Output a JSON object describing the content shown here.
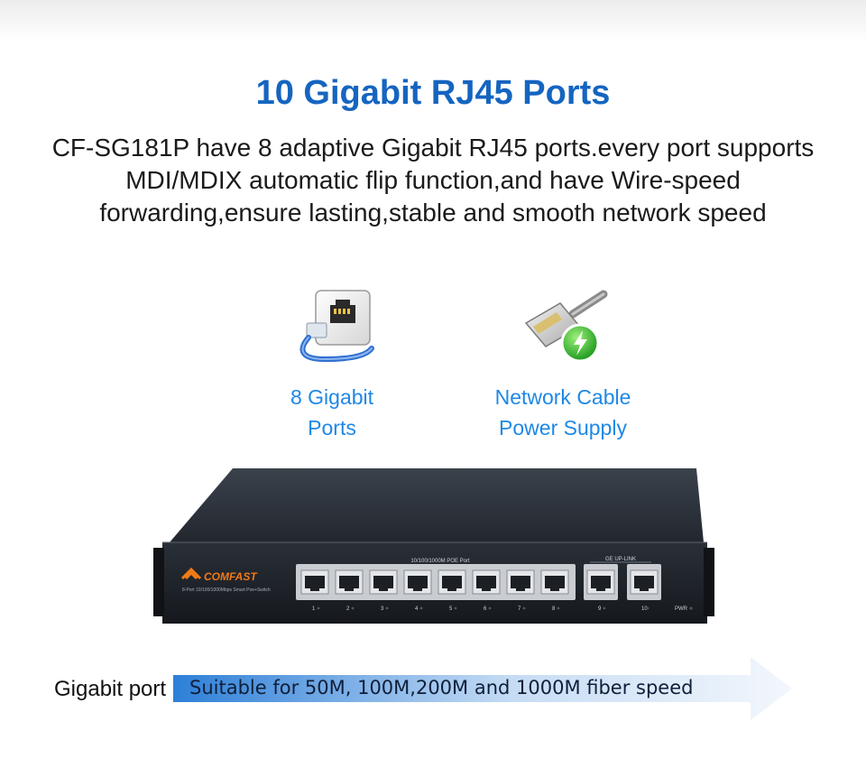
{
  "header": {
    "title": "10 Gigabit RJ45 Ports",
    "description_lines": [
      "CF-SG181P have 8 adaptive Gigabit RJ45 ports.every port supports",
      "MDI/MDIX automatic flip function,and have Wire-speed",
      "forwarding,ensure lasting,stable and smooth network speed"
    ]
  },
  "features": [
    {
      "icon": "ethernet-port-icon",
      "lines": [
        "8 Gigabit",
        "Ports"
      ]
    },
    {
      "icon": "poe-cable-icon",
      "lines": [
        "Network Cable",
        "Power Supply"
      ]
    }
  ],
  "device": {
    "brand": "COMFAST",
    "model_line": "8-Port 10/100/1000Mbps Smart Poe+Switch",
    "poe_group_label": "10/100/1000M POE Port",
    "uplink_group_label": "GE UP-LINK",
    "port_numbers": [
      "1",
      "2",
      "3",
      "4",
      "5",
      "6",
      "7",
      "8",
      "9",
      "10"
    ],
    "power_label": "PWR"
  },
  "speed_banner": {
    "label": "Gigabit port",
    "text": "Suitable for 50M, 100M,200M and 1000M fiber speed"
  },
  "colors": {
    "title": "#1565c0",
    "feature_text": "#1e88e5",
    "brand_orange": "#f07a16",
    "arrow_blue": "#2d7fd8"
  }
}
